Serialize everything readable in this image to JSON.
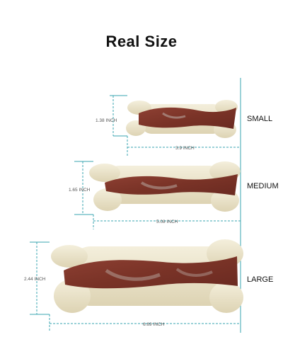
{
  "title": "Real Size",
  "accent_color": "#3aa6b0",
  "colors": {
    "bone_cream": "#efe9d2",
    "bone_shade": "#d9d0b0",
    "meat": "#8a3b2e",
    "meat_dark": "#6b2a21"
  },
  "sizes": [
    {
      "label": "SMALL",
      "height": "1.38 INCH",
      "length": "3.9 INCH"
    },
    {
      "label": "MEDIUM",
      "height": "1.65 INCH",
      "length": "5.08 INCH"
    },
    {
      "label": "LARGE",
      "height": "2.44 INCH",
      "length": "6.69 INCH"
    }
  ]
}
